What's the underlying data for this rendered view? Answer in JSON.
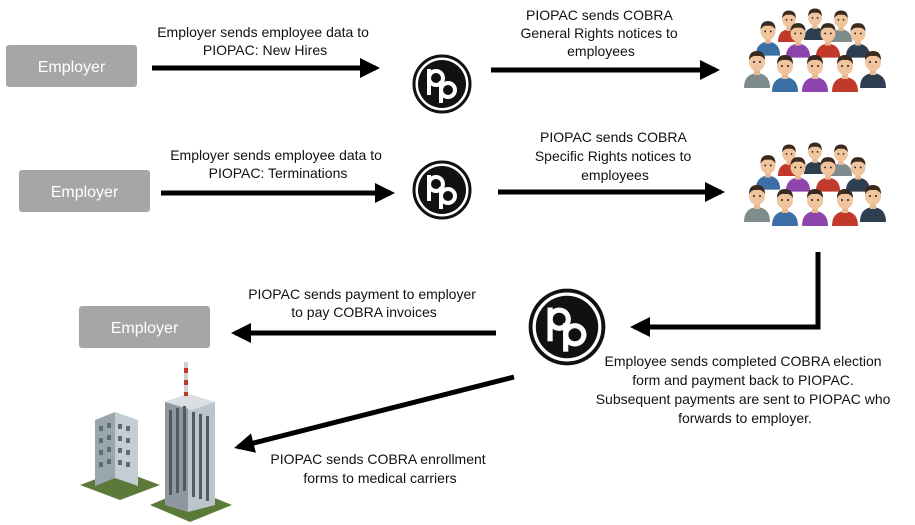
{
  "employer_label": "Employer",
  "logo_name": "piopac-logo",
  "flows": {
    "new_hires": {
      "step1": [
        "Employer sends employee data to",
        "PIOPAC: New Hires"
      ],
      "step2": [
        "PIOPAC sends COBRA",
        "General Rights notices to",
        "employees"
      ]
    },
    "terminations": {
      "step1": [
        "Employer sends employee data to",
        "PIOPAC: Terminations"
      ],
      "step2": [
        "PIOPAC sends COBRA",
        "Specific Rights notices to",
        "employees"
      ]
    },
    "election": {
      "employee_return": [
        "Employee sends completed COBRA election",
        "form and payment back to PIOPAC.",
        "Subsequent payments are sent to PIOPAC who",
        "forwards to employer."
      ],
      "payment_to_employer": [
        "PIOPAC sends payment to employer",
        "to pay COBRA invoices"
      ],
      "enrollment_forms": [
        "PIOPAC sends COBRA enrollment",
        "forms to medical carriers"
      ]
    }
  },
  "colors": {
    "employer_box": "#a6a6a6",
    "arrow": "#000000",
    "shirt_colors": [
      "#c0392b",
      "#2c3e50",
      "#7f8c8d",
      "#3b6ea5",
      "#8e44ad"
    ]
  },
  "icons": [
    "employees-group-icon",
    "office-buildings-icon"
  ]
}
